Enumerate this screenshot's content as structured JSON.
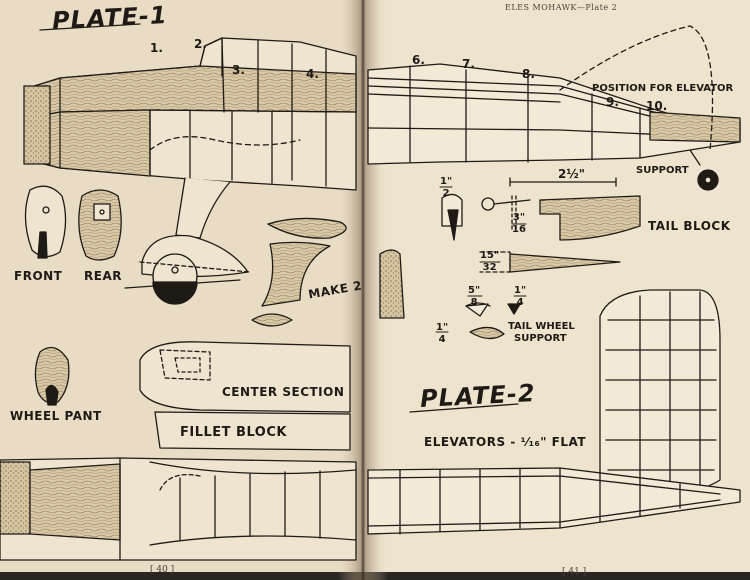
{
  "header": {
    "running_head": "ELES MOHAWK—Plate 2"
  },
  "left_page": {
    "plate_title": "PLATE-1",
    "part_numbers": [
      "1.",
      "2.",
      "3.",
      "4."
    ],
    "labels": {
      "front": "FRONT",
      "rear": "REAR",
      "make2": "MAKE 2",
      "wheel_pant": "WHEEL PANT",
      "center_section": "CENTER SECTION",
      "fillet_block": "FILLET BLOCK"
    },
    "page_number": "[ 40 ]"
  },
  "right_page": {
    "plate_title": "PLATE-2",
    "part_numbers": [
      "6.",
      "7.",
      "8.",
      "9.",
      "10."
    ],
    "labels": {
      "position_for_elevator": "POSITION FOR ELEVATOR",
      "support": "SUPPORT",
      "tail_block": "TAIL BLOCK",
      "tail_wheel_support": "TAIL WHEEL",
      "tail_wheel_support_2": "SUPPORT",
      "elevators": "ELEVATORS - ¹⁄₁₆\" FLAT"
    },
    "dimensions": {
      "d_half": "1\"\n2",
      "d_2half": "2½\"",
      "d_3_16": "3\"\n16",
      "d_15_32": "15\"\n32",
      "d_5_8": "5\"\n8",
      "d_quarter_a": "1\"\n4",
      "d_quarter_b": "1\"\n4"
    },
    "page_number": "[ 41 ]"
  },
  "colors": {
    "paper_left": "#e9dcc4",
    "paper_right": "#eee3cd",
    "ink": "#1e1b17",
    "wood": "#d9c7a3",
    "gutter": "#7a6a55"
  }
}
